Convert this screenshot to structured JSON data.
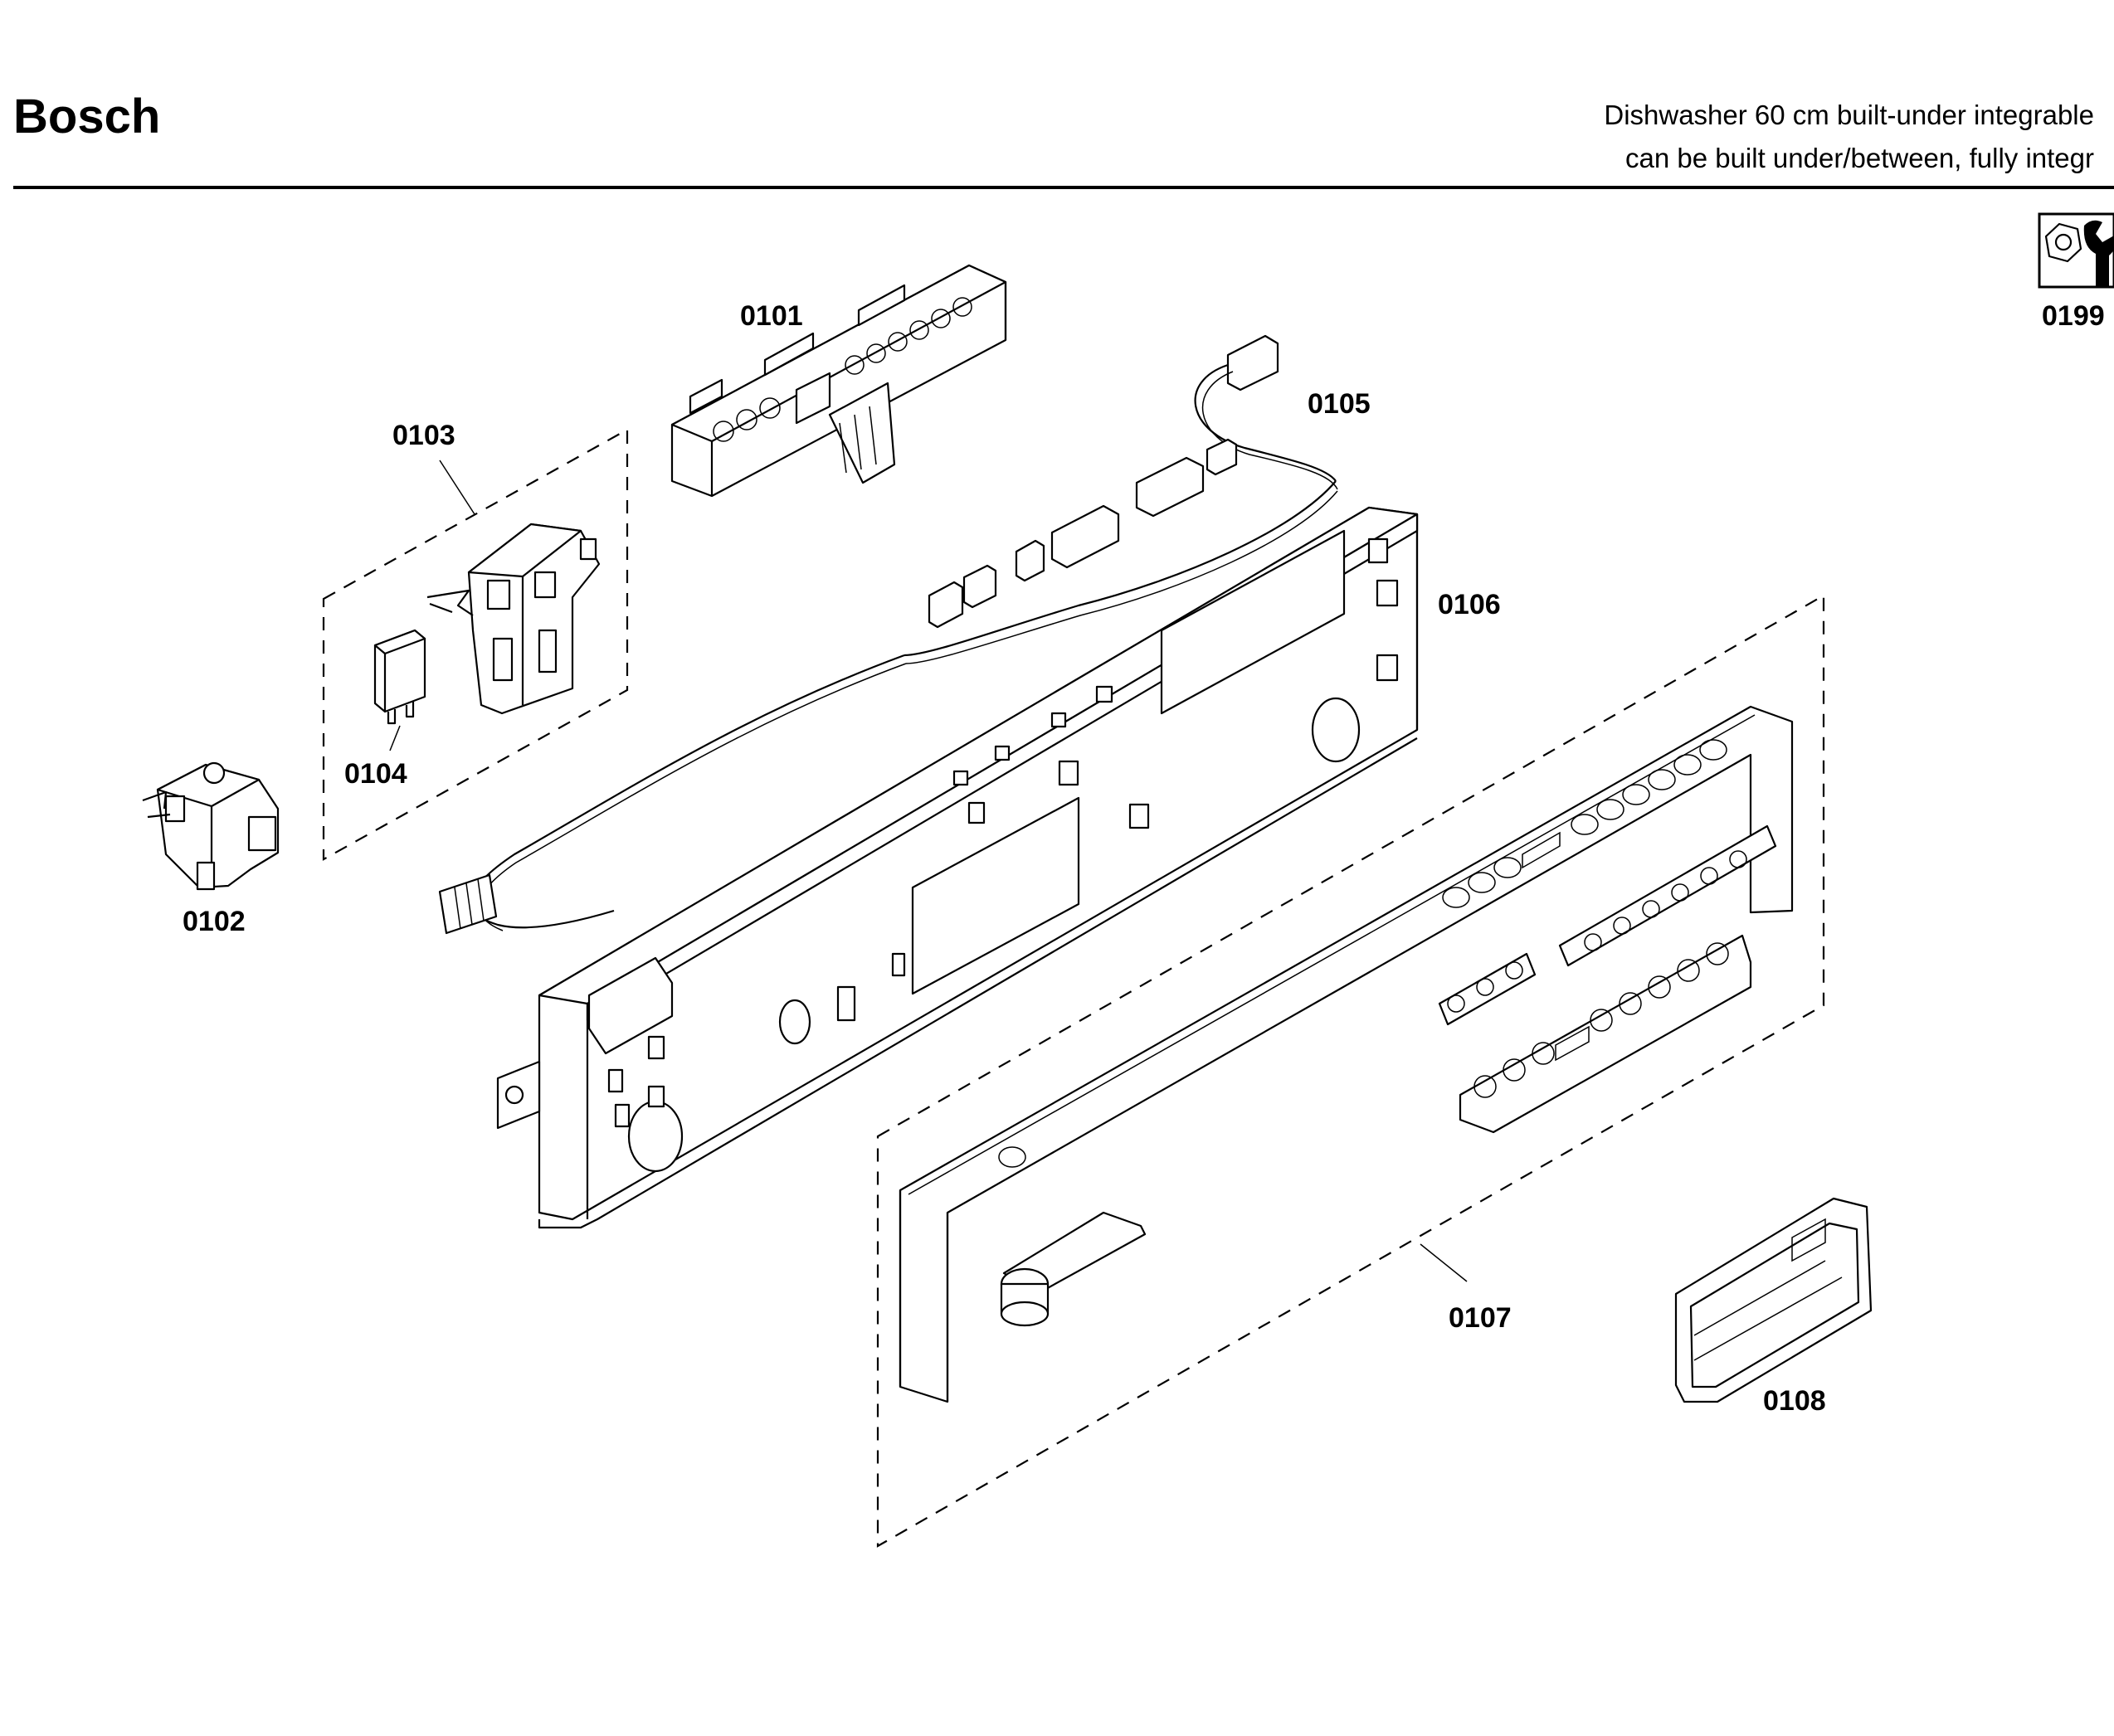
{
  "header": {
    "brand": "Bosch",
    "subtitle_line1": "Dishwasher 60 cm built-under integrable",
    "subtitle_line2": "can be built under/between, fully integr"
  },
  "callouts": {
    "p0101": "0101",
    "p0102": "0102",
    "p0103": "0103",
    "p0104": "0104",
    "p0105": "0105",
    "p0106": "0106",
    "p0107": "0107",
    "p0108": "0108",
    "p0199": "0199"
  },
  "icons": {
    "service_kit": "wrench-nut-icon"
  }
}
